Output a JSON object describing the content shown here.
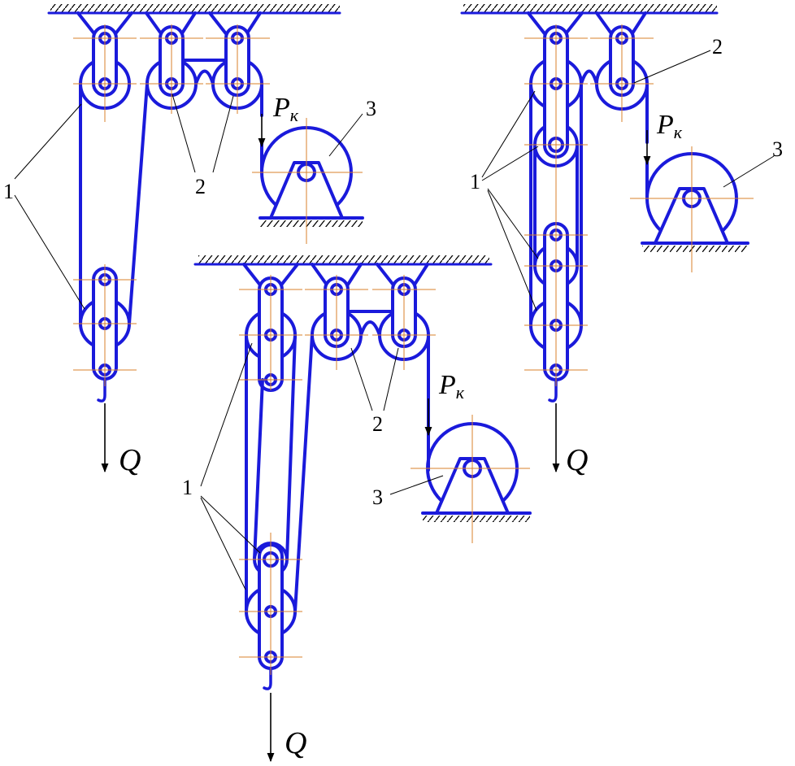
{
  "colors": {
    "mechanism": "#1a1adb",
    "centerline": "#d9822b",
    "ink": "#000000",
    "background": "#ffffff"
  },
  "labels": {
    "sheave_block": "1",
    "guide_pulley": "2",
    "winch_drum": "3",
    "load": "Q",
    "pull_force_main": "P",
    "pull_force_sub": "к"
  }
}
